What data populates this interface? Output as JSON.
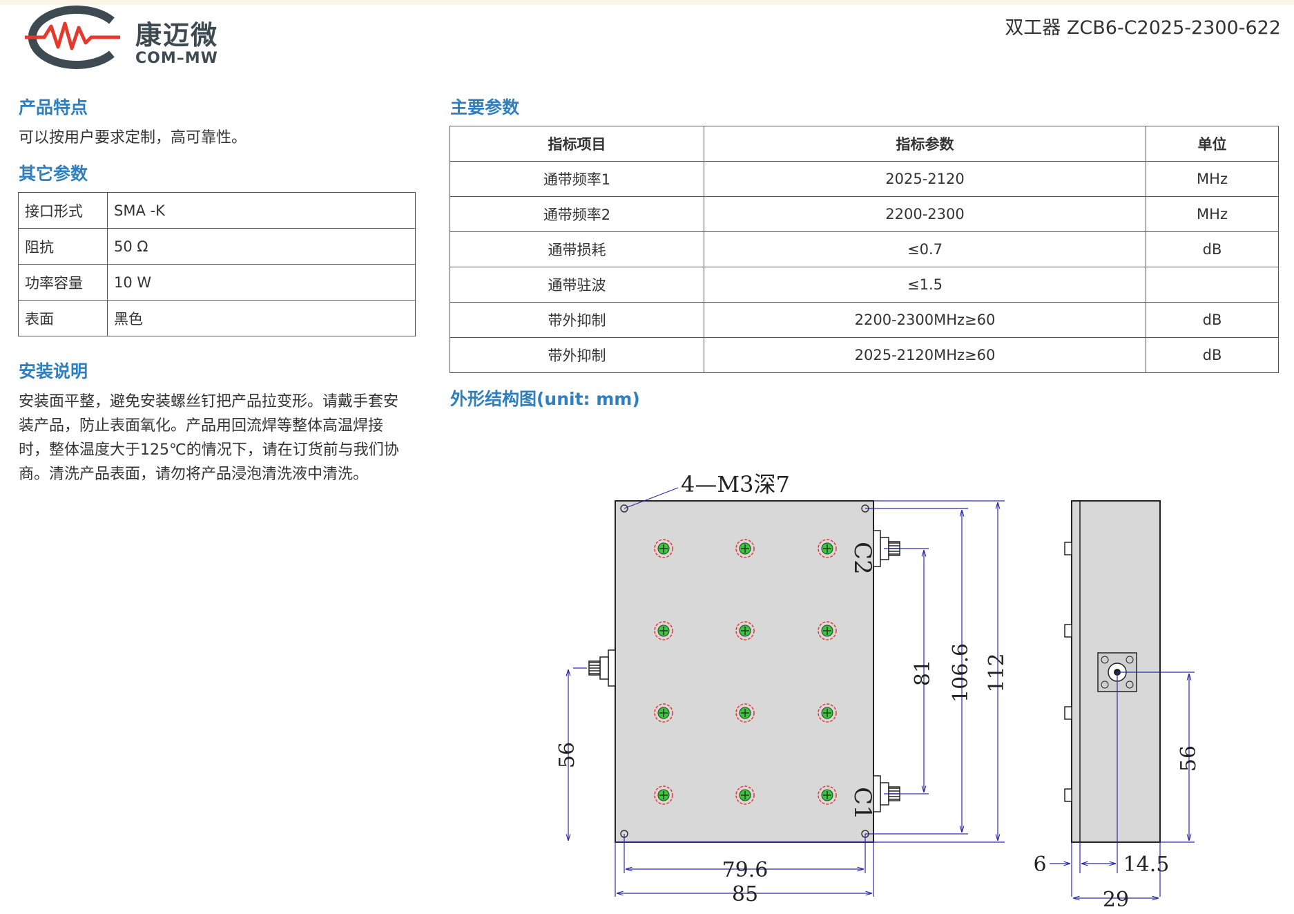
{
  "brand": {
    "name_cn": "康迈微",
    "name_en": "COM–MW",
    "colors": {
      "red": "#e43a2e",
      "gray": "#3d4a52"
    }
  },
  "doc_title": "双工器 ZCB6-C2025-2300-622",
  "features": {
    "title": "产品特点",
    "text": "可以按用户要求定制，高可靠性。"
  },
  "other_params": {
    "title": "其它参数",
    "rows": [
      {
        "name": "接口形式",
        "value": "SMA -K"
      },
      {
        "name": "阻抗",
        "value": "50 Ω"
      },
      {
        "name": "功率容量",
        "value": "10 W"
      },
      {
        "name": "表面",
        "value": "黑色"
      }
    ]
  },
  "install": {
    "title": "安装说明",
    "lines": [
      "安装面平整，避免安装螺丝钉把产品拉变形。请戴手套安",
      "装产品，防止表面氧化。产品用回流焊等整体高温焊接",
      "时，整体温度大于125℃的情况下，请在订货前与我们协",
      "商。清洗产品表面，请勿将产品浸泡清洗液中清洗。"
    ]
  },
  "main_params": {
    "title": "主要参数",
    "headers": [
      "指标项目",
      "指标参数",
      "单位"
    ],
    "rows": [
      [
        "通带频率1",
        "2025-2120",
        "MHz"
      ],
      [
        "通带频率2",
        "2200-2300",
        "MHz"
      ],
      [
        "通带损耗",
        "≤0.7",
        "dB"
      ],
      [
        "通带驻波",
        "≤1.5",
        ""
      ],
      [
        "带外抑制",
        "2200-2300MHz≥60",
        "dB"
      ],
      [
        "带外抑制",
        "2025-2120MHz≥60",
        "dB"
      ]
    ]
  },
  "outline": {
    "title": "外形结构图(unit: mm)",
    "labels": {
      "hole_note": "4—M3深7",
      "port_c1": "C1",
      "port_c2": "C2",
      "dim_56_left": "56",
      "dim_81": "81",
      "dim_106_6": "106.6",
      "dim_112": "112",
      "dim_79_6": "79.6",
      "dim_85": "85",
      "dim_56_right": "56",
      "dim_6": "6",
      "dim_14_5": "14.5",
      "dim_29": "29"
    }
  }
}
